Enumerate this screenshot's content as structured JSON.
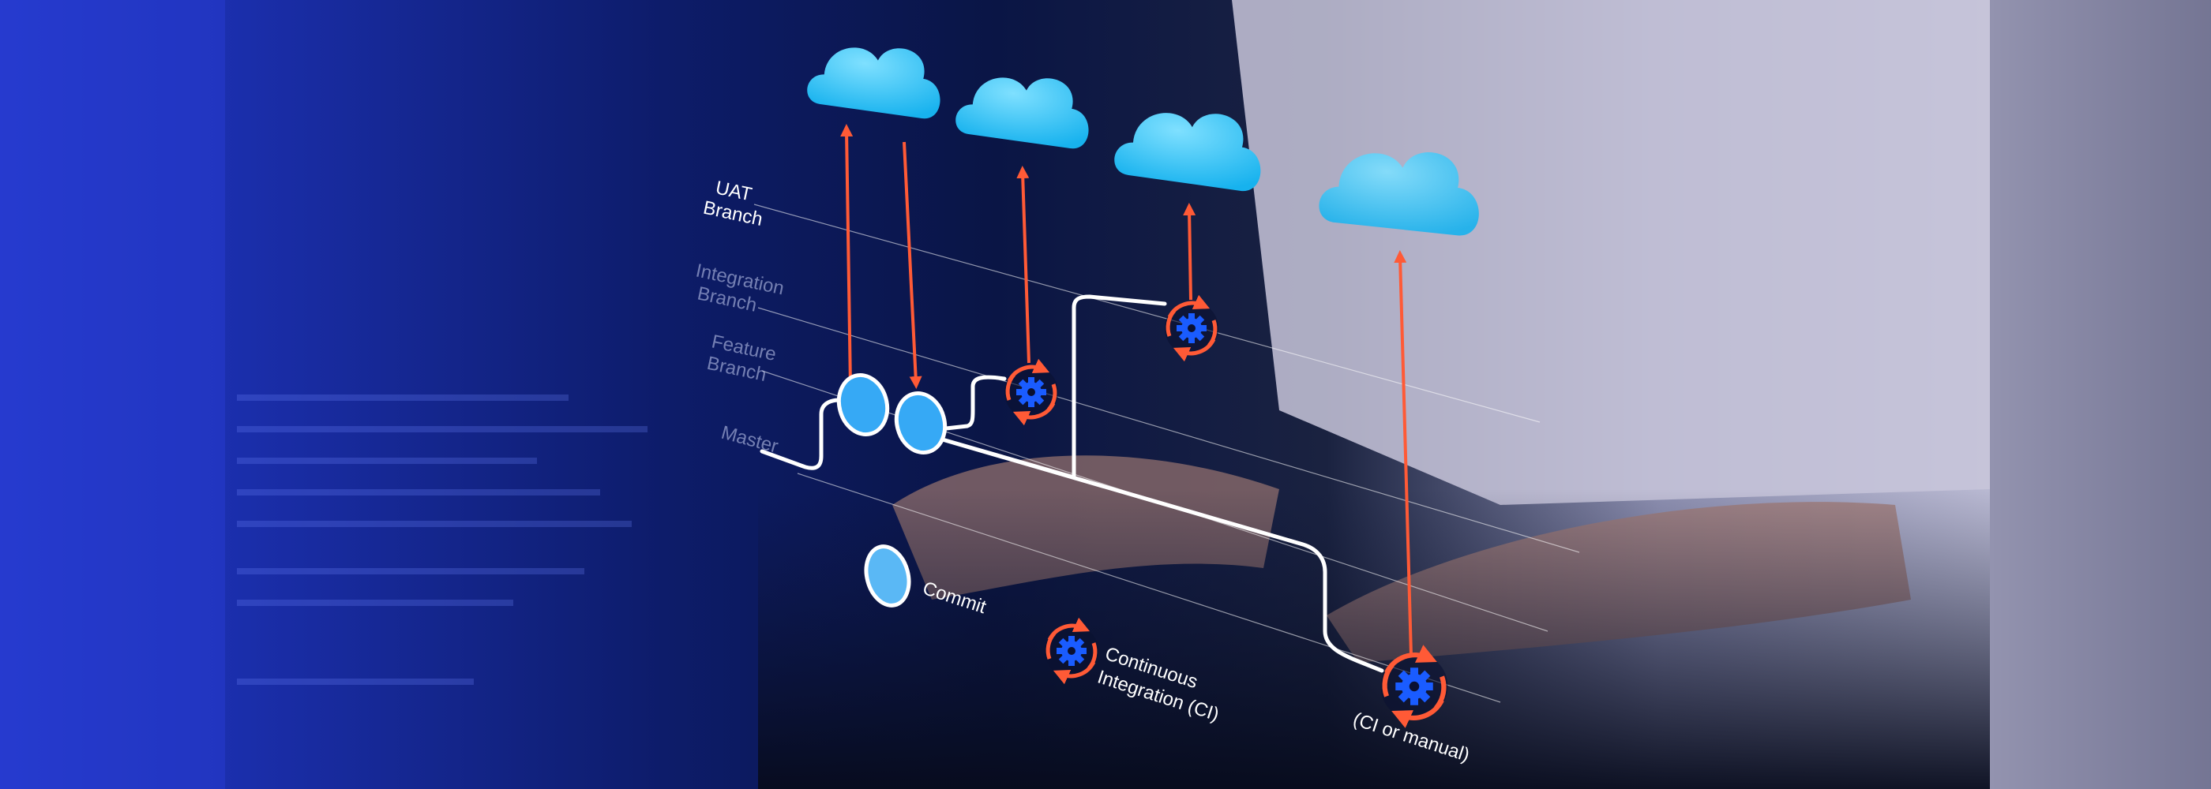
{
  "labels": {
    "uat": [
      "UAT",
      "Branch"
    ],
    "integration": [
      "Integration",
      "Branch"
    ],
    "feature": [
      "Feature",
      "Branch"
    ],
    "master": "Master",
    "commit": "Commit",
    "ci": [
      "Continuous",
      "Integration  (CI)"
    ],
    "deploy": "(CI or manual)"
  },
  "colors": {
    "cloud": "#2fc3f5",
    "arrow": "#ff5a36",
    "node": "#36a9f5",
    "gear": "#1a5cff",
    "path": "#ffffff",
    "background": "#0b1a55"
  },
  "icons": [
    "cloud-icon",
    "gear-cycle-icon",
    "commit-node-icon"
  ]
}
